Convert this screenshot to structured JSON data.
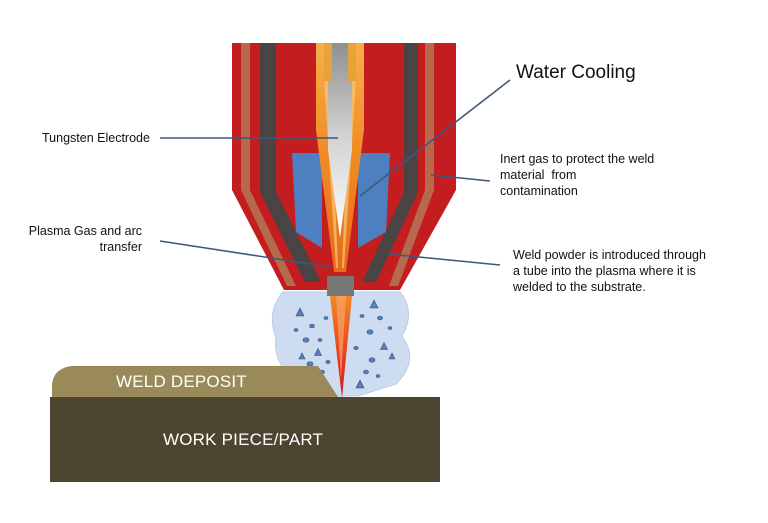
{
  "labels": {
    "water_cooling": "Water Cooling",
    "tungsten_electrode": "Tungsten Electrode",
    "inert_gas": [
      "Inert gas to protect the weld",
      "material  from",
      "contamination"
    ],
    "plasma_gas": [
      "Plasma Gas and arc",
      "transfer"
    ],
    "weld_powder": [
      "Weld powder is introduced through",
      "a tube into the plasma where it is",
      "welded to the substrate."
    ],
    "weld_deposit": "WELD DEPOSIT",
    "work_piece": "WORK PIECE/PART"
  },
  "colors": {
    "nozzle_red": "#c41d1f",
    "nozzle_dark": "#4a4445",
    "nozzle_stripe": "#b7694e",
    "electrode_gray": "#9a9a9a",
    "insulator_blue": "#4e7fc0",
    "plasma_blue": "#cddcf0",
    "flame_orange": "#f08a24",
    "deposit_tan": "#9a8a5a",
    "workpiece_brown": "#4d4530",
    "leader_navy": "#3d5878"
  }
}
